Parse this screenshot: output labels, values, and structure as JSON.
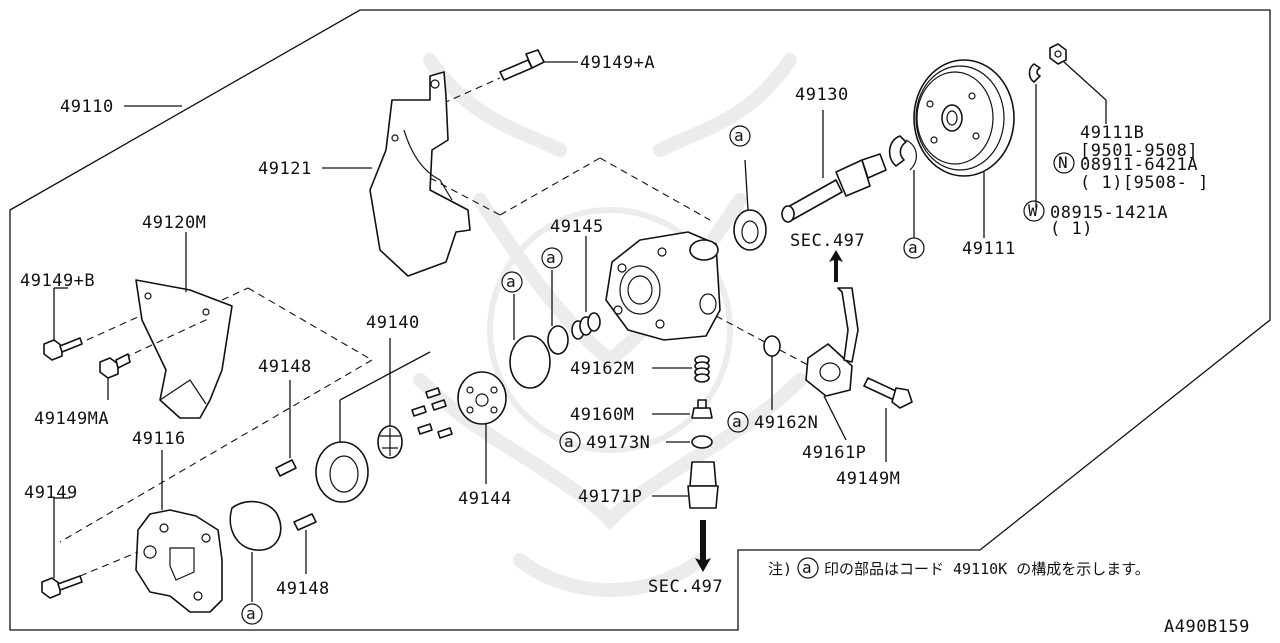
{
  "diagram_id": "A490B159",
  "assembly_label": "49110",
  "labels": {
    "p49149_a": "49149+A",
    "p49121": "49121",
    "p49130": "49130",
    "p49111b": "49111B",
    "p49111b_range": "[9501-9508]",
    "n_marker": "N",
    "n_part": "08911-6421A",
    "n_qty": "( 1)[9508-      ]",
    "w_marker": "W",
    "w_part": "08915-1421A",
    "w_qty": "( 1)",
    "p49120m": "49120M",
    "p49145": "49145",
    "sec497_top": "SEC.497",
    "p49111": "49111",
    "p49149_b": "49149+B",
    "p49140": "49140",
    "p49148_a": "49148",
    "p49162m": "49162M",
    "p49149ma": "49149MA",
    "p49160m": "49160M",
    "p49162n": "49162N",
    "p49116": "49116",
    "p49173n": "49173N",
    "p49161p": "49161P",
    "p49149m": "49149M",
    "p49149": "49149",
    "p49144": "49144",
    "p49171p": "49171P",
    "p49148_b": "49148",
    "sec497_bottom": "SEC.497",
    "circle_marker": "a"
  },
  "note": {
    "prefix": "注)",
    "marker": "a",
    "text": "印の部品はコード 49110K の構成を示します。"
  }
}
